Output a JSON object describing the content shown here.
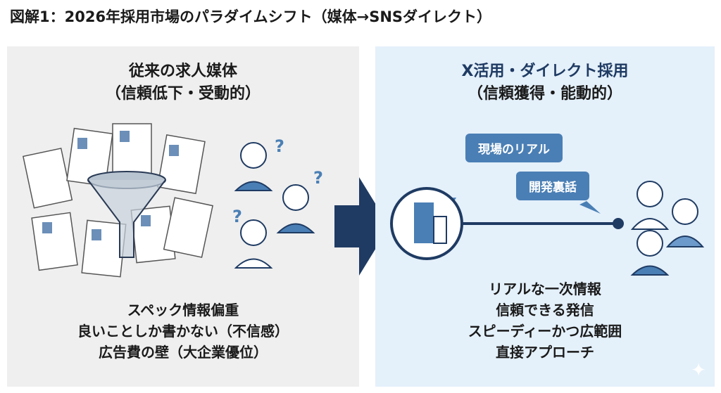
{
  "title": "図解1：2026年採用市場のパラダイムシフト（媒体→SNSダイレクト）",
  "left": {
    "heading": "従来の求人媒体",
    "subheading": "（信頼低下・受動的）",
    "points": [
      "スペック情報偏重",
      "良いことしか書かない（不信感）",
      "広告費の壁（大企業優位）"
    ]
  },
  "right": {
    "heading": "X活用・ダイレクト採用",
    "subheading": "（信頼獲得・能動的）",
    "bubbles": [
      "現場のリアル",
      "開発裏話"
    ],
    "points": [
      "リアルな一次情報",
      "信頼できる発信",
      "スピーディーかつ広範囲",
      "直接アプローチ"
    ]
  },
  "colors": {
    "navy": "#1f3b63",
    "accent": "#4a7fb5",
    "left_bg": "#efefef",
    "right_bg": "#e4f0fa"
  }
}
